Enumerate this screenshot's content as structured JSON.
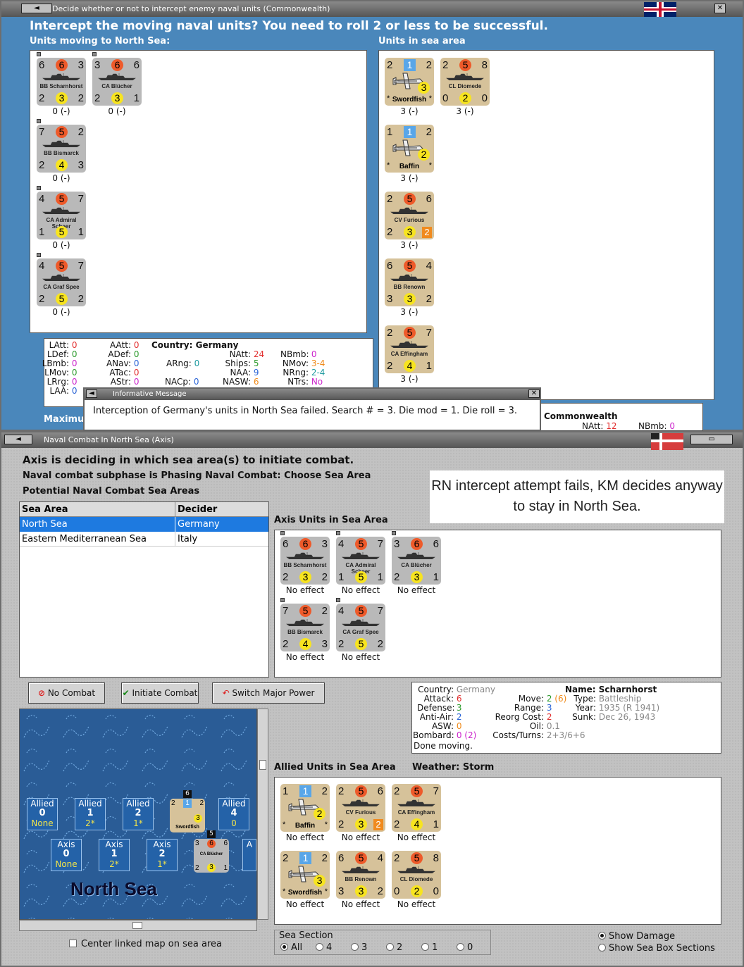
{
  "win1": {
    "title": "Decide whether or not to intercept enemy naval units (Commonwealth)",
    "heading": "Intercept the moving naval units?  You need to roll 2 or less to be successful.",
    "left_label": "Units moving to North Sea:",
    "right_label": "Units in sea area",
    "moving_units": [
      {
        "tl": "6",
        "tc": "6",
        "tr": "3",
        "name": "BB Scharnhorst",
        "bl": "2",
        "bc": "3",
        "br": "2",
        "cap": "0 (-)"
      },
      {
        "tl": "3",
        "tc": "6",
        "tr": "6",
        "name": "CA Blücher",
        "bl": "2",
        "bc": "3",
        "br": "1",
        "cap": "0 (-)"
      },
      {
        "tl": "7",
        "tc": "5",
        "tr": "2",
        "name": "BB Bismarck",
        "bl": "2",
        "bc": "4",
        "br": "3",
        "cap": "0 (-)"
      },
      {
        "tl": "4",
        "tc": "5",
        "tr": "7",
        "name": "CA Admiral Scheer",
        "bl": "1",
        "bc": "5",
        "br": "1",
        "cap": "0 (-)"
      },
      {
        "tl": "4",
        "tc": "5",
        "tr": "7",
        "name": "CA Graf Spee",
        "bl": "2",
        "bc": "5",
        "br": "2",
        "cap": "0 (-)"
      }
    ],
    "sea_units": [
      {
        "tl": "2",
        "tc": "1",
        "tr": "2",
        "name": "Swordfish",
        "plane": "3",
        "cap": "3 (-)"
      },
      {
        "tl": "2",
        "tc": "5",
        "tr": "8",
        "name": "CL Diomede",
        "bl": "0",
        "bc": "2",
        "br": "0",
        "cap": "3 (-)"
      },
      {
        "tl": "1",
        "tc": "1",
        "tr": "2",
        "name": "Baffin",
        "plane": "2",
        "cap": "3 (-)"
      },
      {
        "tl": "2",
        "tc": "5",
        "tr": "6",
        "name": "CV Furious",
        "bl": "2",
        "bc": "3",
        "br": "2",
        "cap": "3 (-)"
      },
      {
        "tl": "6",
        "tc": "5",
        "tr": "4",
        "name": "BB Renown",
        "bl": "3",
        "bc": "3",
        "br": "2",
        "cap": "3 (-)"
      },
      {
        "tl": "2",
        "tc": "5",
        "tr": "7",
        "name": "CA Effingham",
        "bl": "2",
        "bc": "4",
        "br": "1",
        "cap": "3 (-)"
      }
    ],
    "stats": {
      "country": "Country: Germany",
      "c1": [
        [
          "LAtt:",
          "0"
        ],
        [
          "LDef:",
          "0"
        ],
        [
          "LBmb:",
          "0"
        ],
        [
          "LMov:",
          "0"
        ],
        [
          "LRrg:",
          "0"
        ],
        [
          "LAA:",
          "0"
        ]
      ],
      "c2": [
        [
          "AAtt:",
          "0"
        ],
        [
          "ADef:",
          "0"
        ],
        [
          "ANav:",
          "0"
        ],
        [
          "ATac:",
          "0"
        ],
        [
          "AStr:",
          "0"
        ]
      ],
      "arng": [
        "ARng:",
        "0"
      ],
      "nacp": [
        "NACp:",
        "0"
      ],
      "c3": [
        [
          "NAtt:",
          "24"
        ],
        [
          "Ships:",
          "5"
        ],
        [
          "NAA:",
          "9"
        ],
        [
          "NASW:",
          "6"
        ]
      ],
      "c4": [
        [
          "NBmb:",
          "0"
        ],
        [
          "NMov:",
          "3-4"
        ],
        [
          "NRng:",
          "2-4"
        ],
        [
          "NTrs:",
          "No"
        ]
      ]
    },
    "maximum": "Maximu",
    "commonwealth": "Commonwealth",
    "cw_natt": [
      "NAtt:",
      "12"
    ],
    "cw_nbmb": [
      "NBmb:",
      "0"
    ]
  },
  "msg": {
    "title": "Informative Message",
    "text": "Interception of Germany's units in North Sea failed.  Search # = 3.  Die mod = 1.  Die roll = 3."
  },
  "win2": {
    "title": "Naval Combat In North Sea (Axis)",
    "heading": "Axis is deciding in which sea area(s) to initiate combat.",
    "subphase": "Naval combat subphase is Phasing Naval Combat: Choose Sea Area",
    "potential": "Potential Naval Combat Sea Areas",
    "callout": "RN intercept attempt fails,  KM decides anyway to stay in North Sea.",
    "table": {
      "headers": [
        "Sea Area",
        "Decider"
      ],
      "rows": [
        [
          "North Sea",
          "Germany"
        ],
        [
          "Eastern Mediterranean Sea",
          "Italy"
        ]
      ]
    },
    "axis_label": "Axis Units in Sea Area",
    "axis_units": [
      {
        "tl": "6",
        "tc": "6",
        "tr": "3",
        "name": "BB Scharnhorst",
        "bl": "2",
        "bc": "3",
        "br": "2",
        "cap": "No effect"
      },
      {
        "tl": "4",
        "tc": "5",
        "tr": "7",
        "name": "CA Admiral Scheer",
        "bl": "1",
        "bc": "5",
        "br": "1",
        "cap": "No effect"
      },
      {
        "tl": "3",
        "tc": "6",
        "tr": "6",
        "name": "CA Blücher",
        "bl": "2",
        "bc": "3",
        "br": "1",
        "cap": "No effect"
      },
      {
        "tl": "7",
        "tc": "5",
        "tr": "2",
        "name": "BB Bismarck",
        "bl": "2",
        "bc": "4",
        "br": "3",
        "cap": "No effect"
      },
      {
        "tl": "4",
        "tc": "5",
        "tr": "7",
        "name": "CA Graf Spee",
        "bl": "2",
        "bc": "5",
        "br": "2",
        "cap": "No effect"
      }
    ],
    "buttons": {
      "no_combat": "No Combat",
      "initiate": "Initiate Combat",
      "switch": "Switch Major Power"
    },
    "info": {
      "country_l": "Country:",
      "country_v": "Germany",
      "name_l": "Name:",
      "name_v": "Scharnhorst",
      "attack_l": "Attack:",
      "attack_v": "6",
      "defense_l": "Defense:",
      "defense_v": "3",
      "aa_l": "Anti-Air:",
      "aa_v": "2",
      "asw_l": "ASW:",
      "asw_v": "0",
      "bombard_l": "Bombard:",
      "bombard_v": "0 (2)",
      "move_l": "Move:",
      "move_v": "2",
      "move_v2": "(6)",
      "range_l": "Range:",
      "range_v": "3",
      "reorg_l": "Reorg Cost:",
      "reorg_v": "2",
      "oil_l": "Oil:",
      "oil_v": "0.1",
      "costs_l": "Costs/Turns:",
      "costs_v": "2+3/6+6",
      "type_l": "Type:",
      "type_v": "Battleship",
      "year_l": "Year:",
      "year_v": "1935 (R 1941)",
      "sunk_l": "Sunk:",
      "sunk_v": "Dec 26, 1943",
      "done": "Done moving."
    },
    "allied_label": "Allied Units in Sea Area",
    "weather": "Weather:  Storm",
    "allied_units": [
      {
        "tl": "1",
        "tc": "1",
        "tr": "2",
        "name": "Baffin",
        "plane": "2",
        "cap": "No effect"
      },
      {
        "tl": "2",
        "tc": "5",
        "tr": "6",
        "name": "CV Furious",
        "bl": "2",
        "bc": "3",
        "br": "2",
        "cap": "No effect"
      },
      {
        "tl": "2",
        "tc": "5",
        "tr": "7",
        "name": "CA Effingham",
        "bl": "2",
        "bc": "4",
        "br": "1",
        "cap": "No effect"
      },
      {
        "tl": "2",
        "tc": "1",
        "tr": "2",
        "name": "Swordfish",
        "plane": "3",
        "cap": "No effect"
      },
      {
        "tl": "6",
        "tc": "5",
        "tr": "4",
        "name": "BB Renown",
        "bl": "3",
        "bc": "3",
        "br": "2",
        "cap": "No effect"
      },
      {
        "tl": "2",
        "tc": "5",
        "tr": "8",
        "name": "CL Diomede",
        "bl": "0",
        "bc": "2",
        "br": "0",
        "cap": "No effect"
      }
    ],
    "map": {
      "sea_name": "North Sea",
      "allied_boxes": [
        [
          "Allied",
          "0",
          "None"
        ],
        [
          "Allied",
          "1",
          "2*"
        ],
        [
          "Allied",
          "2",
          "1*"
        ],
        [
          "Allied",
          "4",
          "0"
        ]
      ],
      "axis_boxes": [
        [
          "Axis",
          "0",
          "None"
        ],
        [
          "Axis",
          "1",
          "2*"
        ],
        [
          "Axis",
          "2",
          "1*"
        ],
        [
          "A",
          "",
          " "
        ]
      ],
      "stack1": "6",
      "stack2": "5",
      "map_counter1": {
        "tl": "2",
        "tc": "1",
        "tr": "2",
        "plane": "3",
        "name": "Swordfish"
      },
      "map_counter2": {
        "tl": "3",
        "tc": "6",
        "tr": "6",
        "name": "CA Blücher",
        "bl": "2",
        "bc": "3",
        "br": "1"
      }
    },
    "center_linked": "Center linked map on sea area",
    "sea_section": {
      "label": "Sea Section",
      "options": [
        "All",
        "4",
        "3",
        "2",
        "1",
        "0"
      ]
    },
    "show_damage": "Show Damage",
    "show_sea_box": "Show Sea Box Sections"
  }
}
